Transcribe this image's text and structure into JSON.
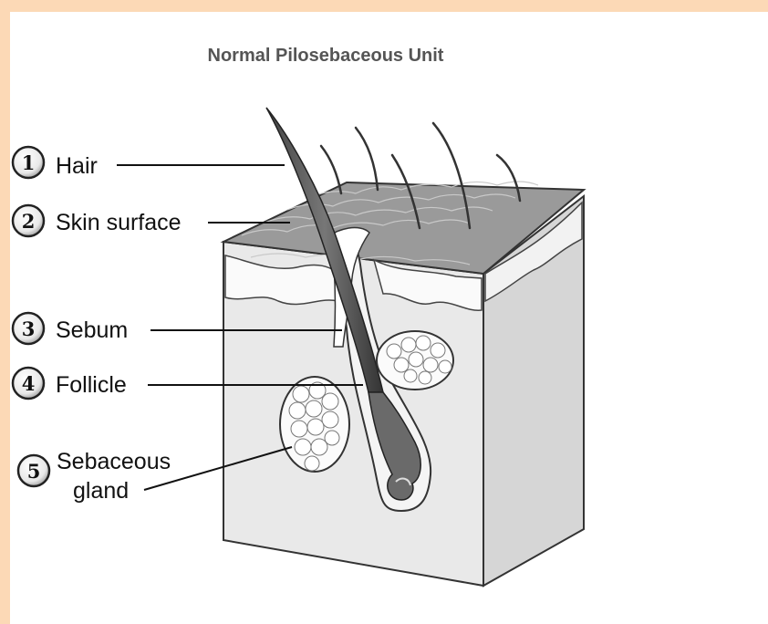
{
  "title": "Normal Pilosebaceous Unit",
  "labels": [
    {
      "number": "1",
      "text": "Hair"
    },
    {
      "number": "2",
      "text": "Skin surface"
    },
    {
      "number": "3",
      "text": "Sebum"
    },
    {
      "number": "4",
      "text": "Follicle"
    },
    {
      "number": "5",
      "text": "Sebaceous",
      "text2": "gland"
    }
  ],
  "colors": {
    "border": "#fcd9b6",
    "background": "#ffffff",
    "tissue": "#e6e6e6"
  }
}
